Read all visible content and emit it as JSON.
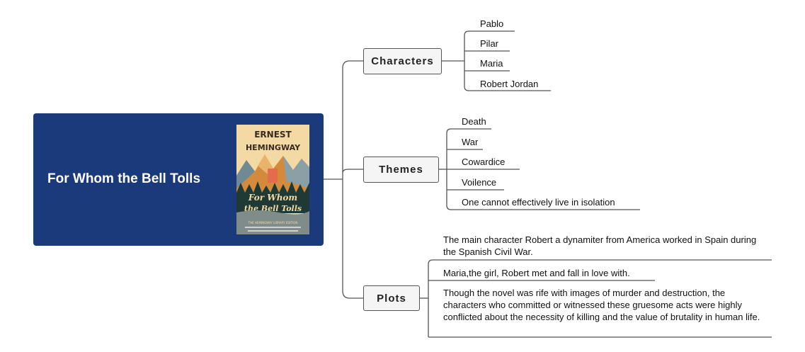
{
  "root": {
    "title": "For Whom the Bell Tolls",
    "cover": {
      "author_line1": "ERNEST",
      "author_line2": "HEMINGWAY",
      "title_line1": "For Whom",
      "title_line2": "the Bell Tolls",
      "edition": "THE HEMINGWAY LIBRARY EDITION",
      "colors": {
        "sky": "#f3d9a4",
        "mountains": "#d38a3c",
        "trees": "#1f3a34",
        "base": "#7f8c8a"
      }
    }
  },
  "branches": [
    {
      "label": "Characters",
      "leaves": [
        "Pablo",
        "Pilar",
        "Maria",
        "Robert Jordan"
      ]
    },
    {
      "label": "Themes",
      "leaves": [
        "Death",
        "War",
        "Cowardice",
        "Voilence",
        "One cannot effectively live in isolation"
      ]
    },
    {
      "label": "Plots",
      "leaves": [
        "The main character Robert a dynamiter from America worked in Spain during the Spanish Civil War.",
        "Maria,the girl, Robert met and fall in love with.",
        "Though the novel was rife with images of murder and destruction, the characters who committed or witnessed these gruesome acts were highly conflicted about the necessity of killing and the value of brutality in human life."
      ]
    }
  ],
  "colors": {
    "root_bg": "#1b3a7c",
    "line": "#555555"
  }
}
